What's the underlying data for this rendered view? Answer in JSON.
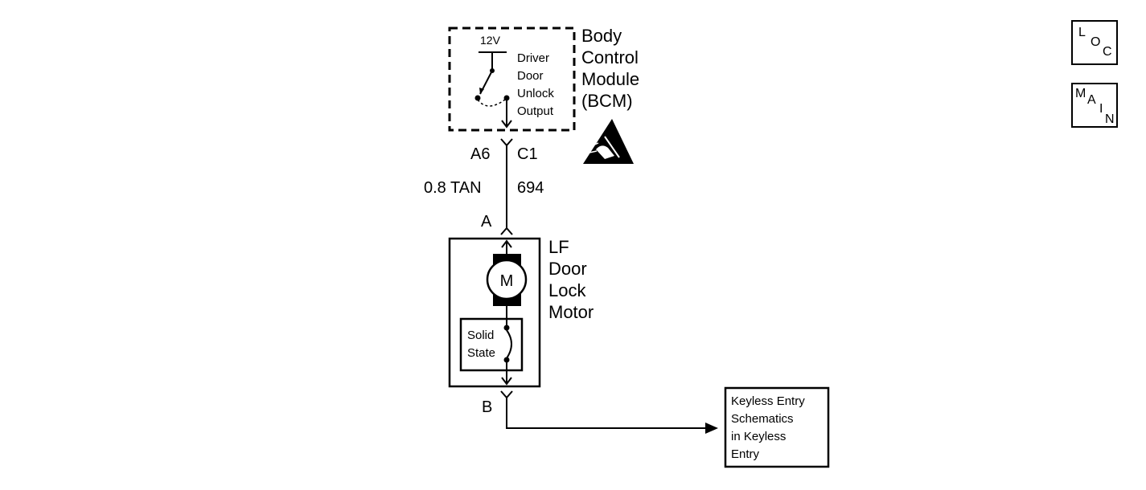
{
  "bcm": {
    "voltage": "12V",
    "output_lines": [
      "Driver",
      "Door",
      "Unlock",
      "Output"
    ],
    "name_lines": [
      "Body",
      "Control",
      "Module",
      "(BCM)"
    ]
  },
  "connector_top": {
    "pin": "A6",
    "connector": "C1"
  },
  "wire": {
    "gauge_color": "0.8 TAN",
    "circuit": "694"
  },
  "motor": {
    "pin_top": "A",
    "pin_bottom": "B",
    "symbol": "M",
    "switch_lines": [
      "Solid",
      "State"
    ],
    "name_lines": [
      "LF",
      "Door",
      "Lock",
      "Motor"
    ]
  },
  "reference": {
    "lines": [
      "Keyless Entry",
      "Schematics",
      "in Keyless",
      "Entry"
    ]
  },
  "nav": {
    "loc": [
      "L",
      "O",
      "C"
    ],
    "main": [
      "M",
      "A",
      "I",
      "N"
    ]
  },
  "icons": {
    "esd": "esd-warning-icon"
  }
}
